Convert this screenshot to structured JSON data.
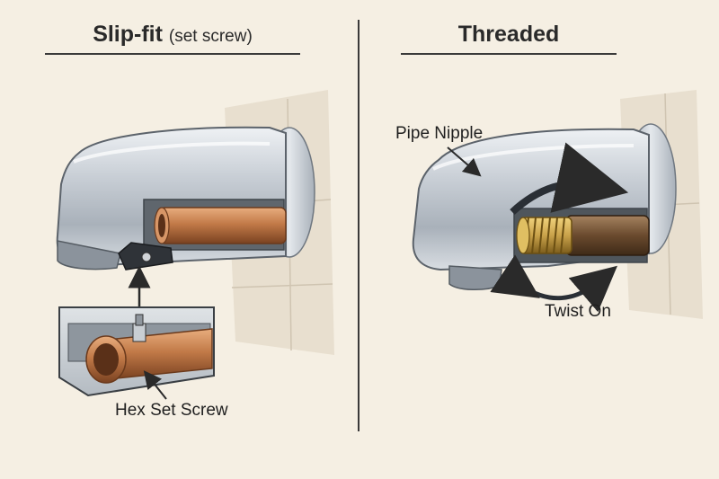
{
  "panels": {
    "left": {
      "title": "Slip-fit",
      "subtitle": "(set screw)",
      "callout": "Hex Set Screw"
    },
    "right": {
      "title": "Threaded",
      "callouts": {
        "pipe_nipple": "Pipe Nipple",
        "twist_on": "Twist On"
      }
    }
  },
  "colors": {
    "background": "#f5efe3",
    "chrome": "#c4cad2",
    "copper": "#c27a48",
    "brass": "#c9a24a",
    "ink": "#2a2a2a"
  }
}
